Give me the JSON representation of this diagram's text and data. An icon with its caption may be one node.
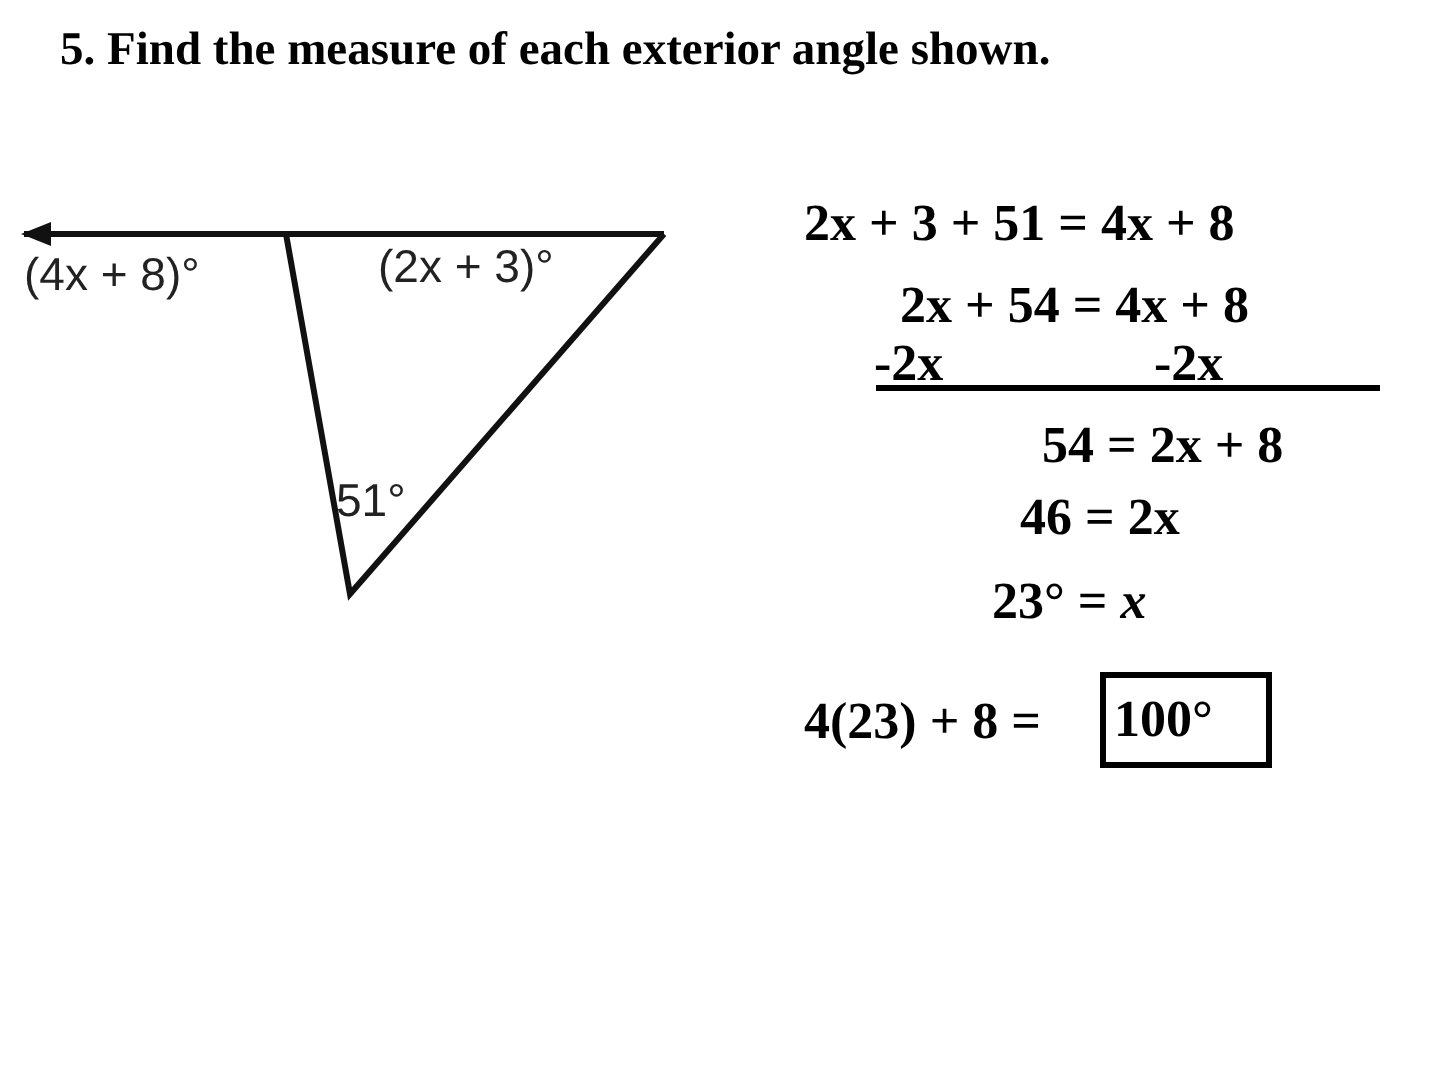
{
  "diagram": {
    "title": "5. Find the measure of each exterior angle shown.",
    "nodes": [
      {
        "text": [
          "100°"
        ]
      }
    ],
    "labels": [
      "(4x + 8)°",
      "(2x + 3)°",
      "51°",
      "2x + 3 + 51 = 4x + 8",
      "2x + 54 = 4x + 8",
      "-2x",
      "-2x",
      "54 = 2x + 8",
      "46 = 2x",
      "23° = *x*",
      "4(23) + 8 ="
    ]
  }
}
